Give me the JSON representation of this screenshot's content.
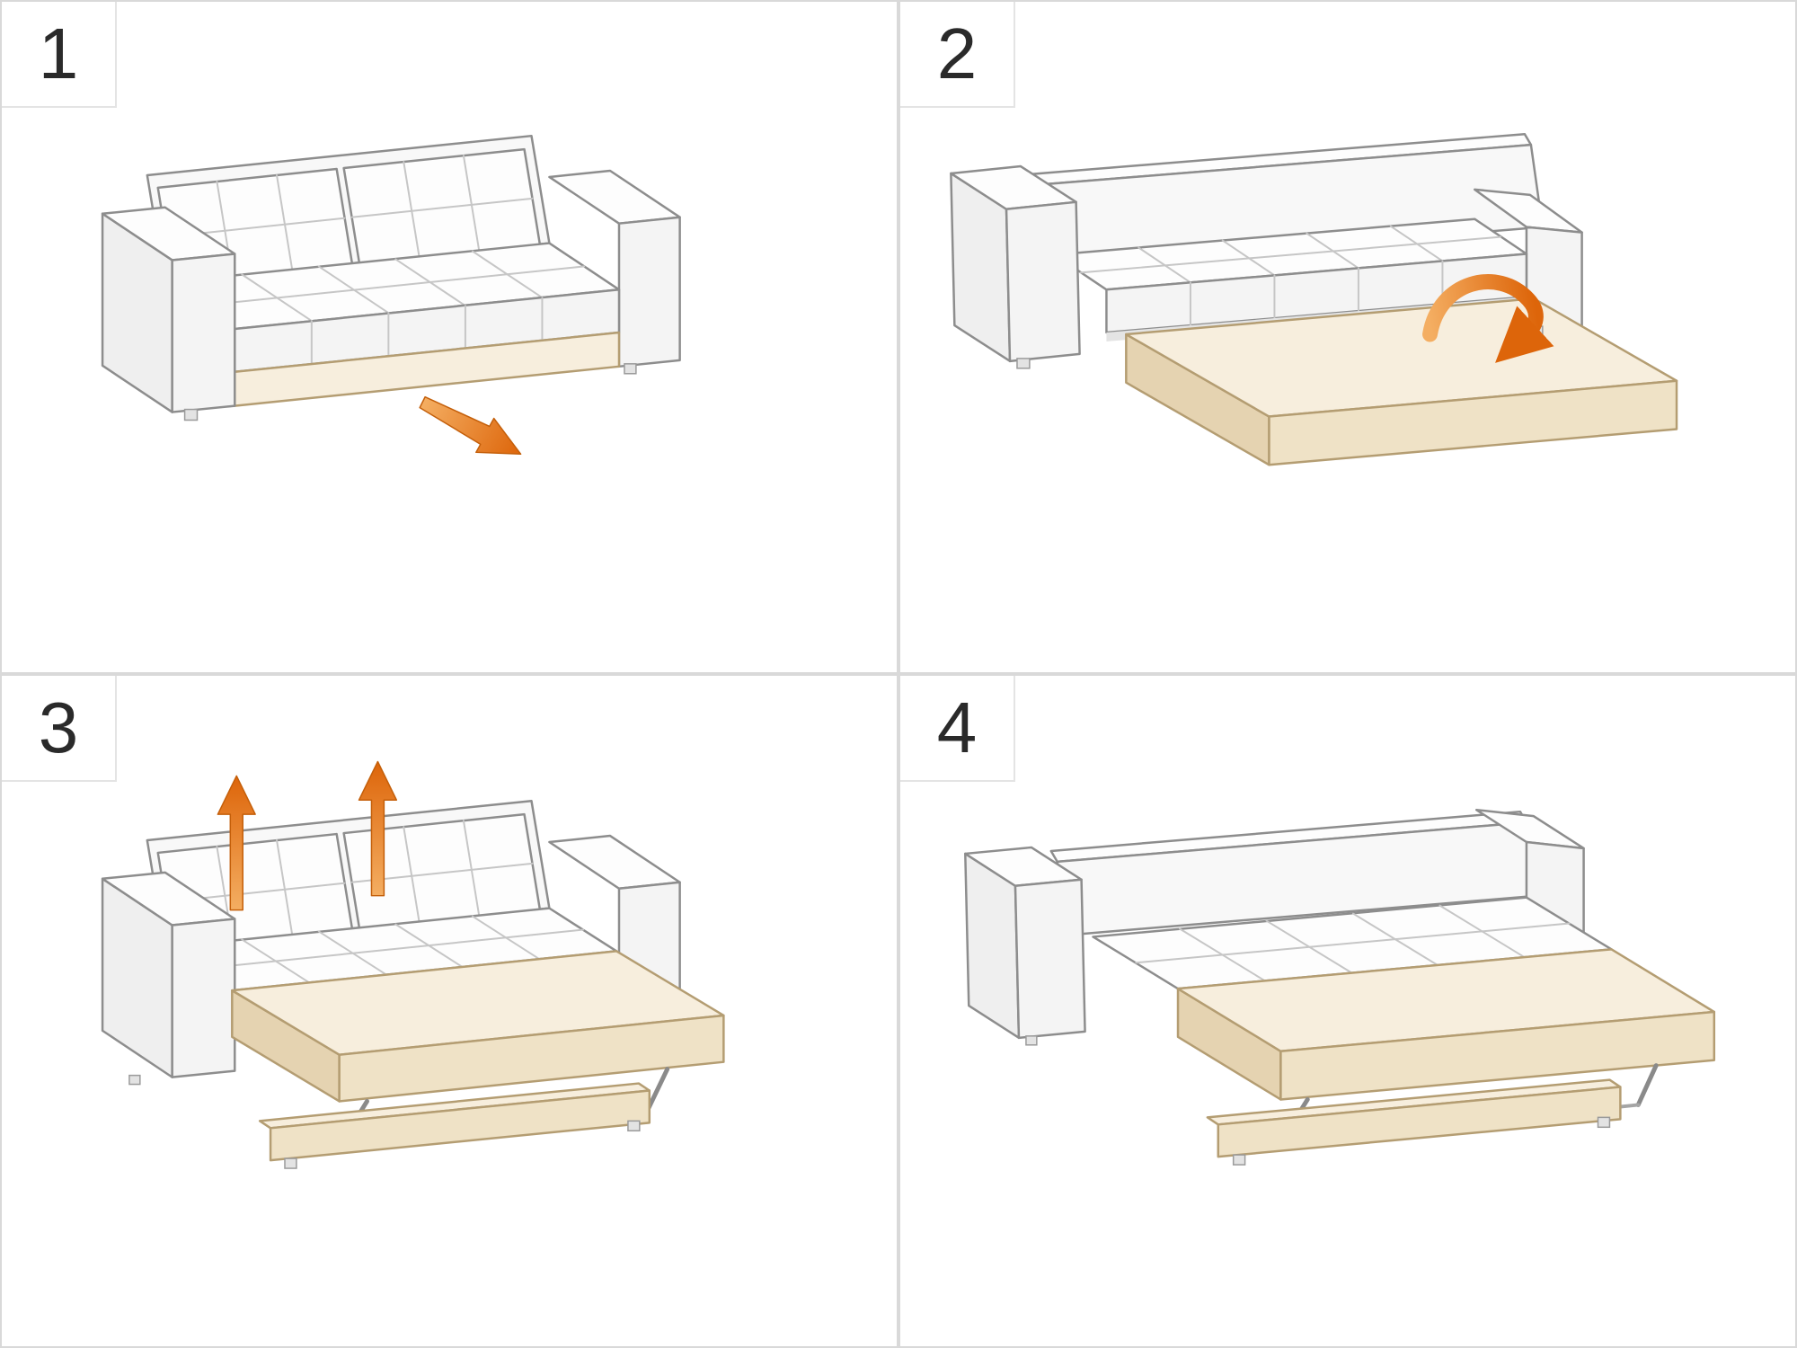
{
  "colors": {
    "divider": "#d9d9d9",
    "number": "#2a2a2a",
    "arrow_light": "#f4ae62",
    "arrow_dark": "#dd650a",
    "cream": "#f7eedd",
    "outline": "#8d8d8d"
  },
  "steps": [
    {
      "number": "1",
      "illustration": "sofa-closed",
      "icon": "pull-out-arrow-icon"
    },
    {
      "number": "2",
      "illustration": "sofa-platform-pulled-out",
      "icon": "flip-over-arrow-icon"
    },
    {
      "number": "3",
      "illustration": "sofa-bed-extended-with-back-cushions",
      "icon": "lift-up-arrows-icon"
    },
    {
      "number": "4",
      "illustration": "sofa-bed-flat",
      "icon": "none"
    }
  ]
}
